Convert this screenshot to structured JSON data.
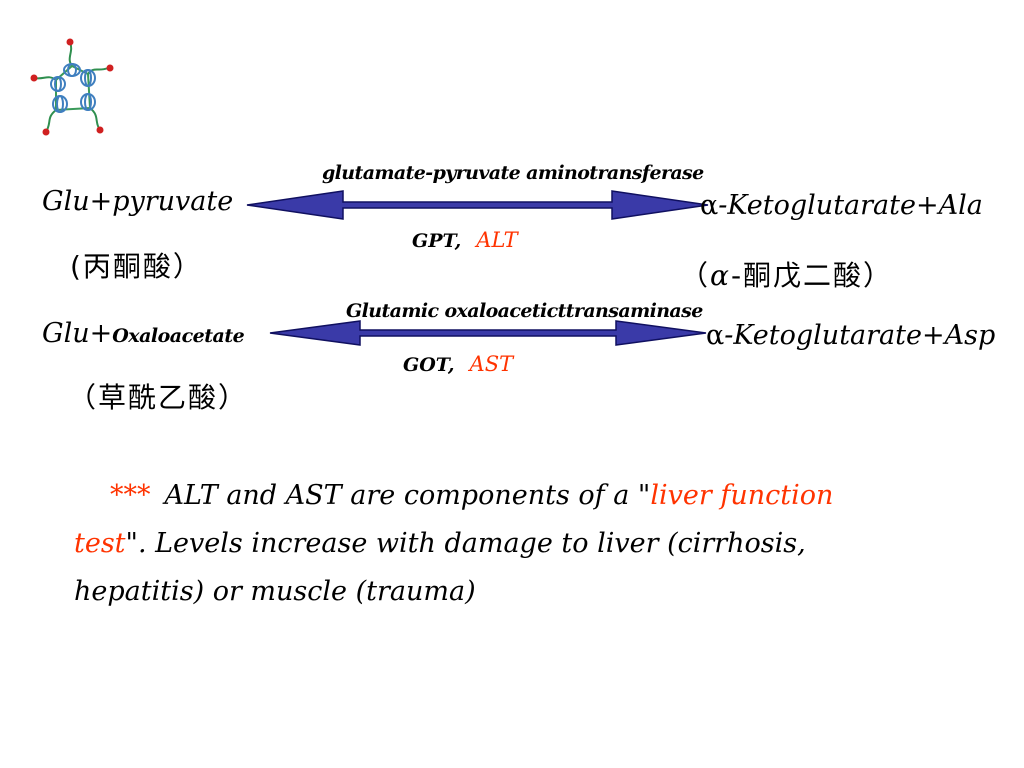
{
  "logo": {
    "icon": "protein-molecule-icon"
  },
  "reaction1": {
    "enzyme_name": "glutamate-pyruvate aminotransferase",
    "substrates": "Glu+pyruvate",
    "substrate_chinese": "(丙酮酸）",
    "products_prefix": "α",
    "products": "-Ketoglutarate+Ala",
    "products_chinese_open": "（",
    "products_chinese_alpha": "α",
    "products_chinese_rest": "-酮戊二酸）",
    "abbr_main": "GPT,",
    "abbr_alt": "ALT"
  },
  "reaction2": {
    "enzyme_name": "Glutamic oxaloaceticttransaminase",
    "substrates_prefix": "Glu+",
    "substrates_rest": "Oxaloacetate",
    "substrate_chinese": "（草酰乙酸）",
    "products_prefix": "α",
    "products": "-Ketoglutarate+Asp",
    "abbr_main": "GOT,",
    "abbr_alt": "AST"
  },
  "note": {
    "stars": "***",
    "text_before": "ALT and AST are components of a \"",
    "highlight": "liver function test",
    "text_after": "\". Levels increase with damage to liver (cirrhosis, hepatitis) or muscle (trauma)"
  },
  "colors": {
    "arrow_fill": "#3a3aa8",
    "arrow_stroke": "#101060",
    "highlight": "#ff3300"
  }
}
